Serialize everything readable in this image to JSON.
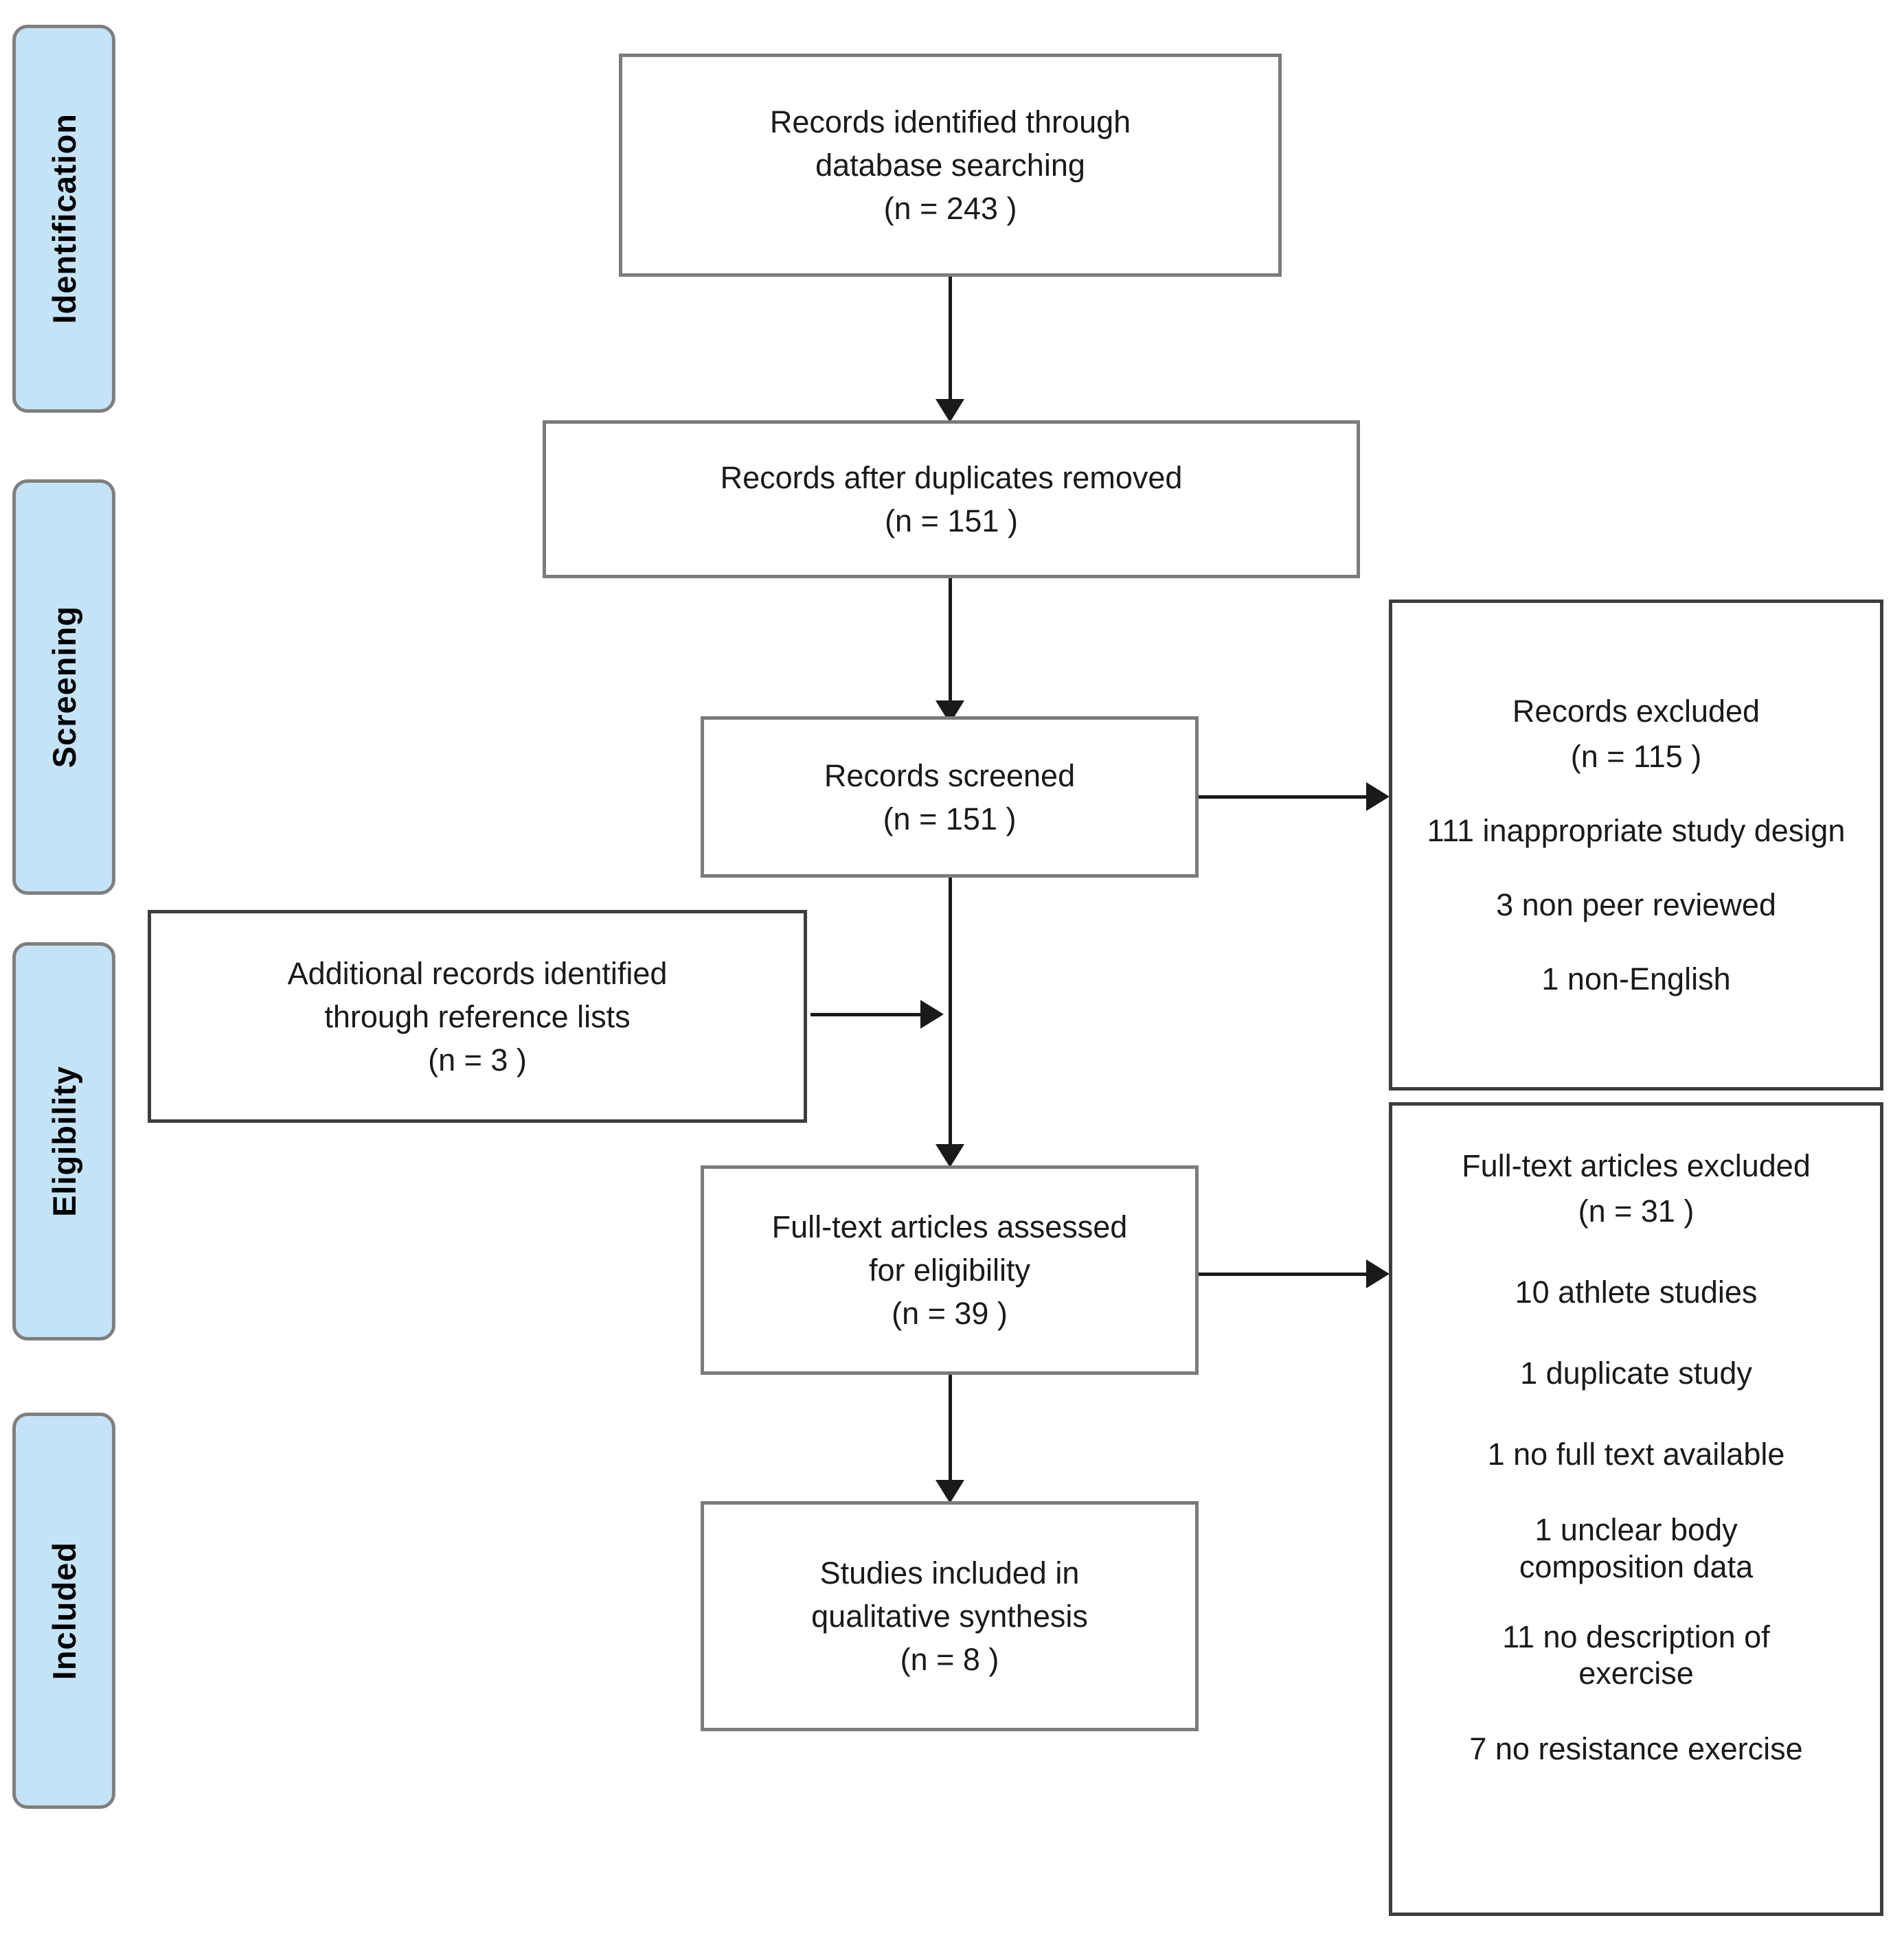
{
  "diagram": {
    "title": "PRISMA flow diagram",
    "accent_color": "#c5e3f6",
    "border_color": "#7b7b7b",
    "line_color": "#1a1a1a"
  },
  "stages": [
    {
      "label": "Identification"
    },
    {
      "label": "Screening"
    },
    {
      "label": "Eligibility"
    },
    {
      "label": "Included"
    }
  ],
  "boxes": {
    "identified": {
      "lines": [
        "Records identified through",
        "database searching",
        "(n = 243 )"
      ]
    },
    "duplicates_removed": {
      "lines": [
        "Records after duplicates removed",
        "(n = 151   )"
      ]
    },
    "screened": {
      "lines": [
        "Records screened",
        "(n = 151 )"
      ]
    },
    "records_excluded": {
      "lines": [
        "Records excluded",
        "(n =  115 )",
        "111 inappropriate study design",
        "3 non peer reviewed",
        "1 non-English"
      ]
    },
    "additional_records": {
      "lines": [
        "Additional records identified",
        "through reference lists",
        "(n = 3 )"
      ]
    },
    "fulltext_assessed": {
      "lines": [
        "Full-text articles assessed",
        "for eligibility",
        "(n = 39  )"
      ]
    },
    "fulltext_excluded": {
      "lines": [
        "Full-text articles excluded",
        "(n = 31 )",
        "10 athlete studies",
        "1 duplicate study",
        "1 no full text available",
        "1 unclear body composition data",
        "11 no description of exercise",
        "7 no resistance exercise"
      ]
    },
    "included": {
      "lines": [
        "Studies included in",
        "qualitative synthesis",
        "(n = 8  )"
      ]
    }
  },
  "chart_data": {
    "type": "diagram",
    "title": "PRISMA flow diagram",
    "nodes": [
      {
        "id": "identified",
        "stage": "Identification",
        "label": "Records identified through database searching",
        "n": 243
      },
      {
        "id": "duplicates_removed",
        "stage": "Identification",
        "label": "Records after duplicates removed",
        "n": 151
      },
      {
        "id": "screened",
        "stage": "Screening",
        "label": "Records screened",
        "n": 151
      },
      {
        "id": "records_excluded",
        "stage": "Screening",
        "label": "Records excluded",
        "n": 115,
        "reasons": [
          {
            "count": 111,
            "reason": "inappropriate study design"
          },
          {
            "count": 3,
            "reason": "non peer reviewed"
          },
          {
            "count": 1,
            "reason": "non-English"
          }
        ]
      },
      {
        "id": "additional_records",
        "stage": "Screening",
        "label": "Additional records identified through reference lists",
        "n": 3
      },
      {
        "id": "fulltext_assessed",
        "stage": "Eligibility",
        "label": "Full-text articles assessed for eligibility",
        "n": 39
      },
      {
        "id": "fulltext_excluded",
        "stage": "Eligibility",
        "label": "Full-text articles excluded",
        "n": 31,
        "reasons": [
          {
            "count": 10,
            "reason": "athlete studies"
          },
          {
            "count": 1,
            "reason": "duplicate study"
          },
          {
            "count": 1,
            "reason": "no full text available"
          },
          {
            "count": 1,
            "reason": "unclear body composition data"
          },
          {
            "count": 11,
            "reason": "no description of exercise"
          },
          {
            "count": 7,
            "reason": "no resistance exercise"
          }
        ]
      },
      {
        "id": "included",
        "stage": "Included",
        "label": "Studies included in qualitative synthesis",
        "n": 8
      }
    ],
    "edges": [
      {
        "from": "identified",
        "to": "duplicates_removed",
        "direction": "down"
      },
      {
        "from": "duplicates_removed",
        "to": "screened",
        "direction": "down"
      },
      {
        "from": "screened",
        "to": "records_excluded",
        "direction": "right"
      },
      {
        "from": "screened",
        "to": "fulltext_assessed",
        "direction": "down"
      },
      {
        "from": "additional_records",
        "to": "fulltext_assessed",
        "direction": "right"
      },
      {
        "from": "fulltext_assessed",
        "to": "fulltext_excluded",
        "direction": "right"
      },
      {
        "from": "fulltext_assessed",
        "to": "included",
        "direction": "down"
      }
    ]
  }
}
